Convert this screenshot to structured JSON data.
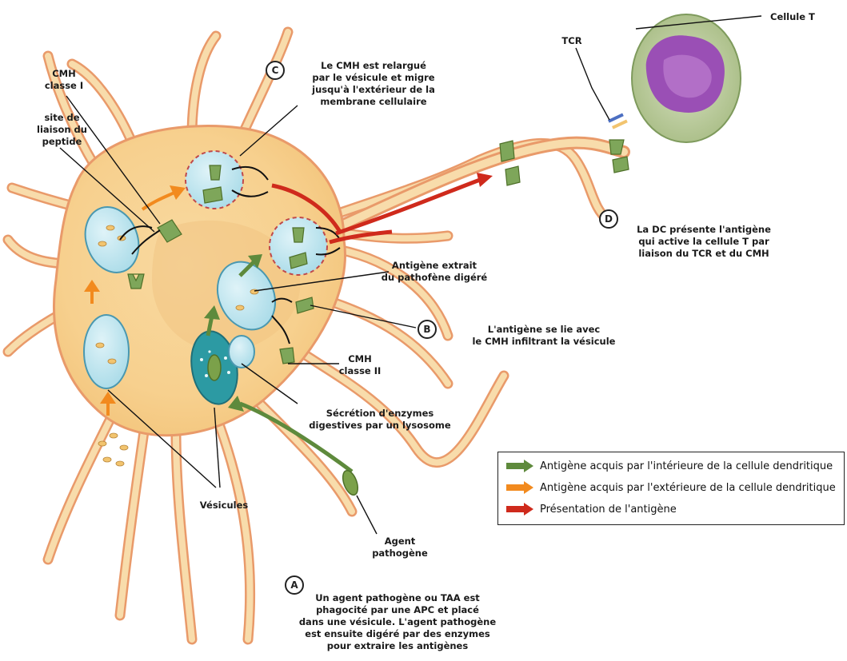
{
  "labels": {
    "cellule_t": "Cellule T",
    "tcr": "TCR",
    "cmh_classe_1": "CMH\nclasse I",
    "site_liaison": "site de\nliaison du\npeptide",
    "step_c": "Le CMH est relargué\npar le vésicule et migre\njusqu'à l'extérieur de la\nmembrane cellulaire",
    "step_d": "La DC présente l'antigène\nqui active la cellule T par\nliaison du TCR et du CMH",
    "antigene_extrait": "Antigène extrait\ndu pathofène digéré",
    "step_b": "L'antigène se lie avec\nle CMH infiltrant la vésicule",
    "cmh_classe_2": "CMH\nclasse II",
    "secretion": "Sécrétion d'enzymes\ndigestives par un lysosome",
    "vesicules": "Vésicules",
    "agent_pathogene": "Agent\npathogène",
    "step_a": "Un agent pathogène ou TAA est\nphagocité par une APC et placé\ndans une vésicule. L'agent pathogène\nest ensuite digéré par des enzymes\npour extraire les antigènes"
  },
  "markers": {
    "a": "A",
    "b": "B",
    "c": "C",
    "d": "D"
  },
  "legend": [
    {
      "text": "Antigène acquis par l'intérieure de la cellule dendritique",
      "color": "#5e8a3c",
      "icon": "green-arrow-icon"
    },
    {
      "text": "Antigène acquis par l'extérieure de la cellule dendritique",
      "color": "#f28a1e",
      "icon": "orange-arrow-icon"
    },
    {
      "text": "Présentation de l'antigène",
      "color": "#cf2a1c",
      "icon": "red-arrow-icon"
    }
  ]
}
